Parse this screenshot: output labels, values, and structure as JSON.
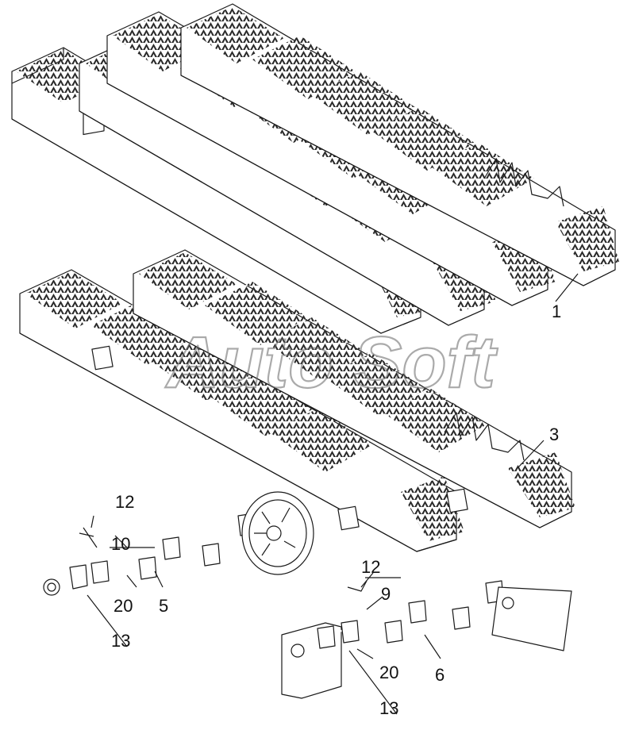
{
  "watermark": "Auto Soft",
  "callouts": [
    {
      "id": "c1",
      "text": "1"
    },
    {
      "id": "c3",
      "text": "3"
    },
    {
      "id": "c12a",
      "text": "12"
    },
    {
      "id": "c10",
      "text": "10"
    },
    {
      "id": "c20a",
      "text": "20"
    },
    {
      "id": "c5",
      "text": "5"
    },
    {
      "id": "c13a",
      "text": "13"
    },
    {
      "id": "c12b",
      "text": "12"
    },
    {
      "id": "c9",
      "text": "9"
    },
    {
      "id": "c20b",
      "text": "20"
    },
    {
      "id": "c6",
      "text": "6"
    },
    {
      "id": "c13b",
      "text": "13"
    }
  ]
}
